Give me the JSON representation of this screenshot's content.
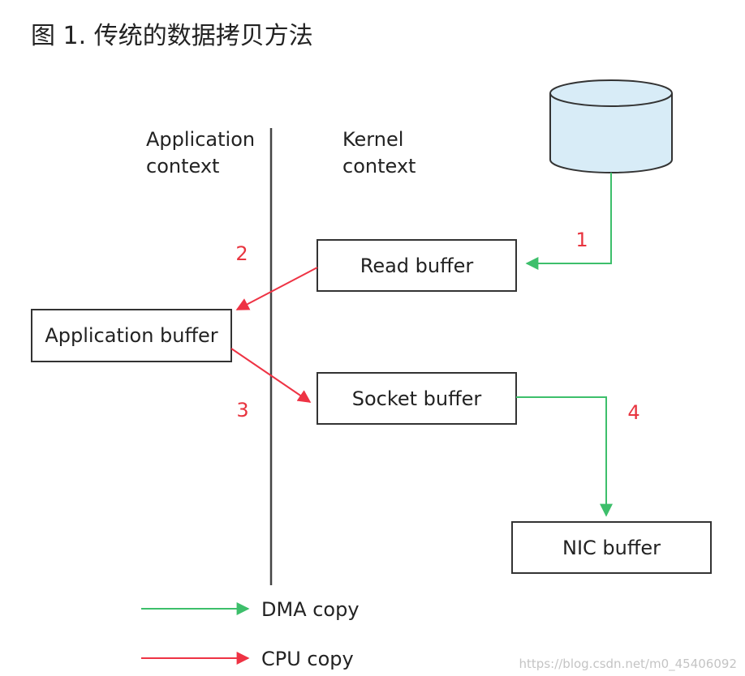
{
  "title": "图 1. 传统的数据拷贝方法",
  "labels": {
    "app_context_1": "Application",
    "app_context_2": "context",
    "kernel_context_1": "Kernel",
    "kernel_context_2": "context"
  },
  "nodes": {
    "read_buffer": "Read buffer",
    "application_buffer": "Application buffer",
    "socket_buffer": "Socket buffer",
    "nic_buffer": "NIC buffer"
  },
  "steps": {
    "s1": "1",
    "s2": "2",
    "s3": "3",
    "s4": "4"
  },
  "legend": {
    "dma": "DMA copy",
    "cpu": "CPU copy"
  },
  "watermark": "https://blog.csdn.net/m0_45406092",
  "colors": {
    "dma": "#3dbf6b",
    "cpu": "#ee3344",
    "step_label": "#e8343f",
    "disk_fill": "#d8ecf7",
    "box_border": "#333333"
  }
}
